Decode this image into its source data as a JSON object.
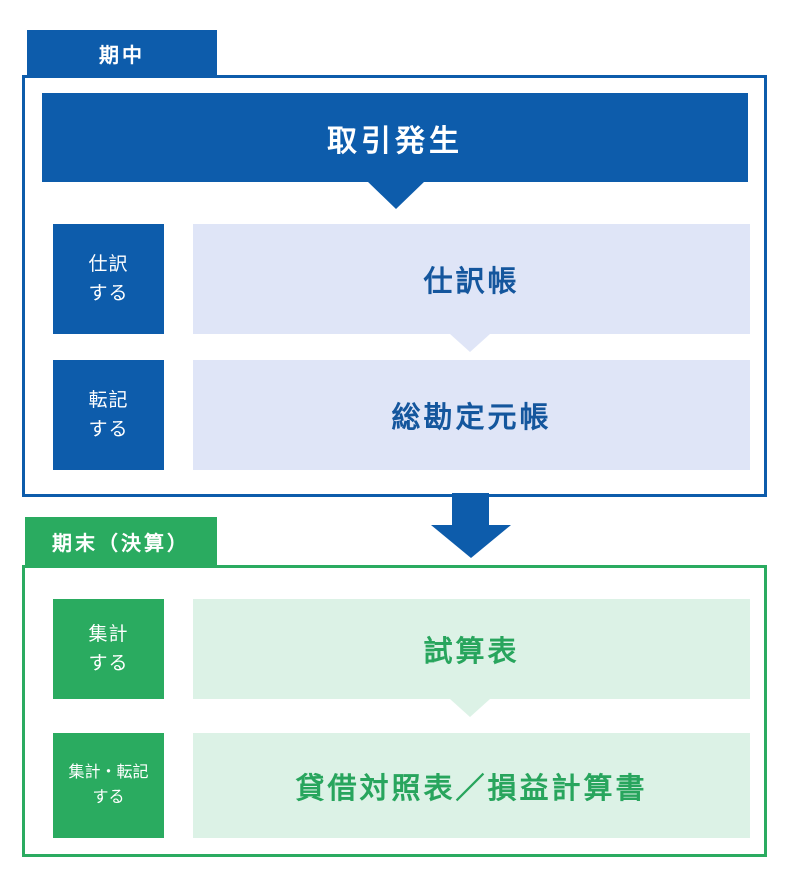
{
  "colors": {
    "blue": "#0d5cab",
    "blue_light": "#dfe5f7",
    "blue_text": "#14569d",
    "green": "#2aab60",
    "green_light": "#dcf2e6",
    "green_text": "#28a55d"
  },
  "sections": [
    {
      "id": "midterm",
      "tab_label": "期中",
      "banner_label": "取引発生",
      "rows": [
        {
          "action_line1": "仕訳",
          "action_line2": "する",
          "target": "仕訳帳"
        },
        {
          "action_line1": "転記",
          "action_line2": "する",
          "target": "総勘定元帳"
        }
      ]
    },
    {
      "id": "term_end",
      "tab_label": "期末（決算）",
      "rows": [
        {
          "action_line1": "集計",
          "action_line2": "する",
          "target": "試算表"
        },
        {
          "action_line1": "集計・転記",
          "action_line2": "する",
          "target": "貸借対照表／損益計算書"
        }
      ]
    }
  ]
}
